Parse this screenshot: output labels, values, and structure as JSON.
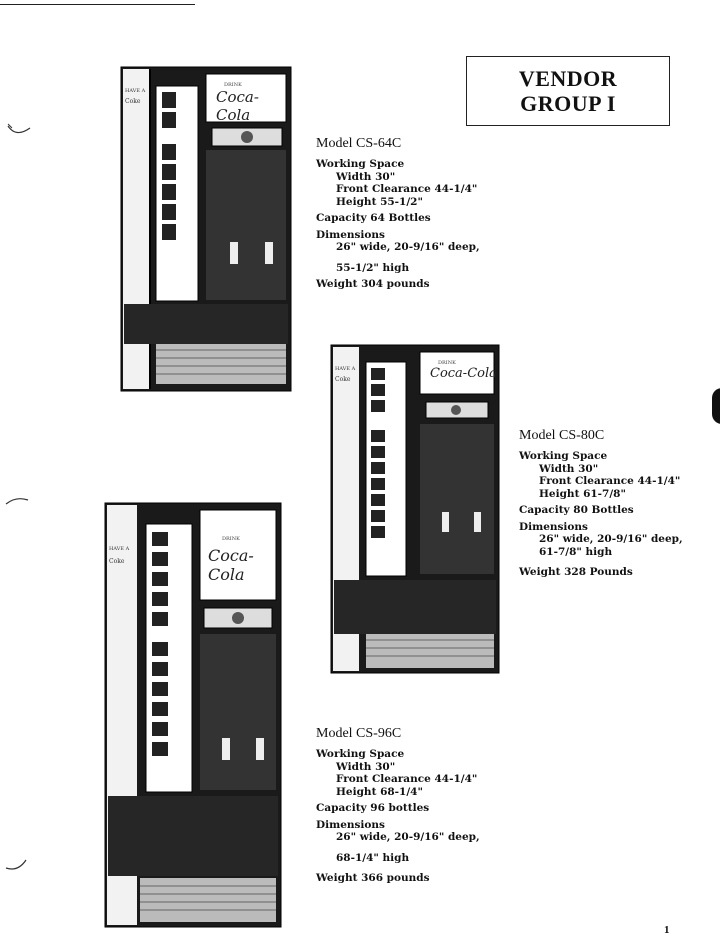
{
  "header": {
    "title_line1": "VENDOR",
    "title_line2": "GROUP I"
  },
  "models": [
    {
      "model": "Model CS-64C",
      "working_space": "Working Space",
      "width": "Width 30\"",
      "front_clearance": "Front Clearance 44-1/4\"",
      "height": "Height 55-1/2\"",
      "capacity": "Capacity 64 Bottles",
      "dimensions": "Dimensions",
      "dim_line1": "26\" wide, 20-9/16\" deep,",
      "dim_line2": "55-1/2\" high",
      "weight": "Weight 304 pounds"
    },
    {
      "model": "Model CS-80C",
      "working_space": "Working Space",
      "width": "Width 30\"",
      "front_clearance": "Front Clearance 44-1/4\"",
      "height": "Height 61-7/8\"",
      "capacity": "Capacity 80 Bottles",
      "dimensions": "Dimensions",
      "dim_line1": "26\" wide, 20-9/16\" deep,",
      "dim_line2": "61-7/8\" high",
      "weight": "Weight 328 Pounds"
    },
    {
      "model": "Model CS-96C",
      "working_space": "Working Space",
      "width": "Width 30\"",
      "front_clearance": "Front Clearance 44-1/4\"",
      "height": "Height 68-1/4\"",
      "capacity": "Capacity 96 bottles",
      "dimensions": "Dimensions",
      "dim_line1": "26\" wide, 20-9/16\" deep,",
      "dim_line2": "68-1/4\" high",
      "weight": "Weight 366 pounds"
    }
  ],
  "machine_brand": {
    "drink": "DRINK",
    "logo": "Coca-Cola",
    "side": "Coke",
    "side_top": "HAVE A"
  },
  "page_number": "1"
}
